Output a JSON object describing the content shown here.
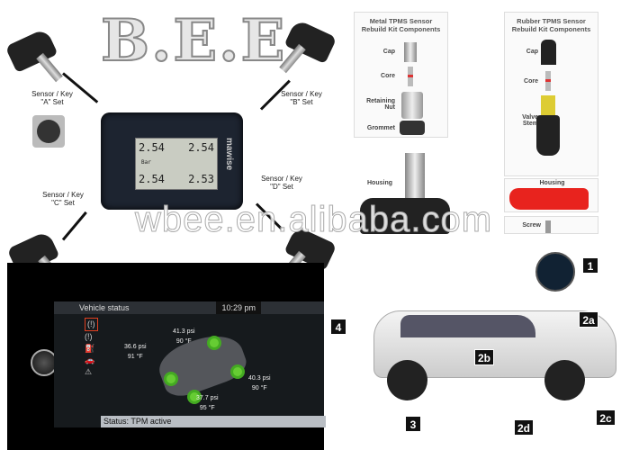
{
  "logo": "B.E.E",
  "watermark": "wbee.en.alibaba.com",
  "sensor_labels": {
    "a": [
      "Sensor / Key",
      "\"A\" Set"
    ],
    "b": [
      "Sensor / Key",
      "\"B\" Set"
    ],
    "c": [
      "Sensor / Key",
      "\"C\" Set"
    ],
    "d": [
      "Sensor / Key",
      "\"D\" Set"
    ]
  },
  "monitor": {
    "brand": "mawise",
    "unit": "Bar",
    "readings": [
      "2.54",
      "2.54",
      "2.54",
      "2.53"
    ]
  },
  "metal_kit": {
    "title": [
      "Metal TPMS Sensor",
      "Rebuild Kit Components"
    ],
    "parts": [
      "Cap",
      "Core",
      "Retaining Nut",
      "Grommet",
      "Housing"
    ]
  },
  "rubber_kit": {
    "title": [
      "Rubber TPMS Sensor",
      "Rebuild Kit Components"
    ],
    "parts": [
      "Cap",
      "Core",
      "Valve Stem",
      "Housing",
      "Screw"
    ],
    "housing_color": "#e8231e"
  },
  "idrive": {
    "title": "Vehicle status",
    "time": "10:29 pm",
    "readings": [
      {
        "psi": "41.3 psi",
        "temp": "90 °F"
      },
      {
        "psi": "36.6 psi",
        "temp": "91 °F"
      },
      {
        "psi": "40.3 psi",
        "temp": "90 °F"
      },
      {
        "psi": "37.7 psi",
        "temp": "95 °F"
      }
    ],
    "status": "Status: TPM active",
    "highlight_color": "#e04020",
    "tire_color": "#66cc33"
  },
  "callouts": [
    "1",
    "2a",
    "2b",
    "2c",
    "2d",
    "3",
    "4"
  ]
}
